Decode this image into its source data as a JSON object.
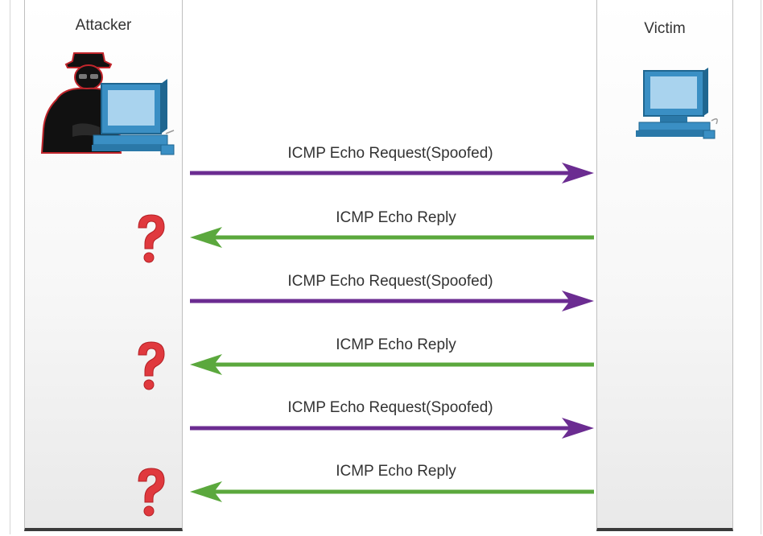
{
  "participants": {
    "attacker": {
      "label": "Attacker",
      "icon": "attacker-with-computer-icon"
    },
    "victim": {
      "label": "Victim",
      "icon": "desktop-computer-icon"
    }
  },
  "colors": {
    "request": "#6b2c91",
    "reply": "#5ba83d",
    "question": "#e0393e"
  },
  "messages": [
    {
      "label": "ICMP Echo Request(Spoofed)",
      "direction": "attacker-to-victim"
    },
    {
      "label": "ICMP Echo Reply",
      "direction": "victim-to-attacker",
      "marker": "?"
    },
    {
      "label": "ICMP Echo Request(Spoofed)",
      "direction": "attacker-to-victim"
    },
    {
      "label": "ICMP Echo Reply",
      "direction": "victim-to-attacker",
      "marker": "?"
    },
    {
      "label": "ICMP Echo Request(Spoofed)",
      "direction": "attacker-to-victim"
    },
    {
      "label": "ICMP Echo Reply",
      "direction": "victim-to-attacker",
      "marker": "?"
    }
  ]
}
